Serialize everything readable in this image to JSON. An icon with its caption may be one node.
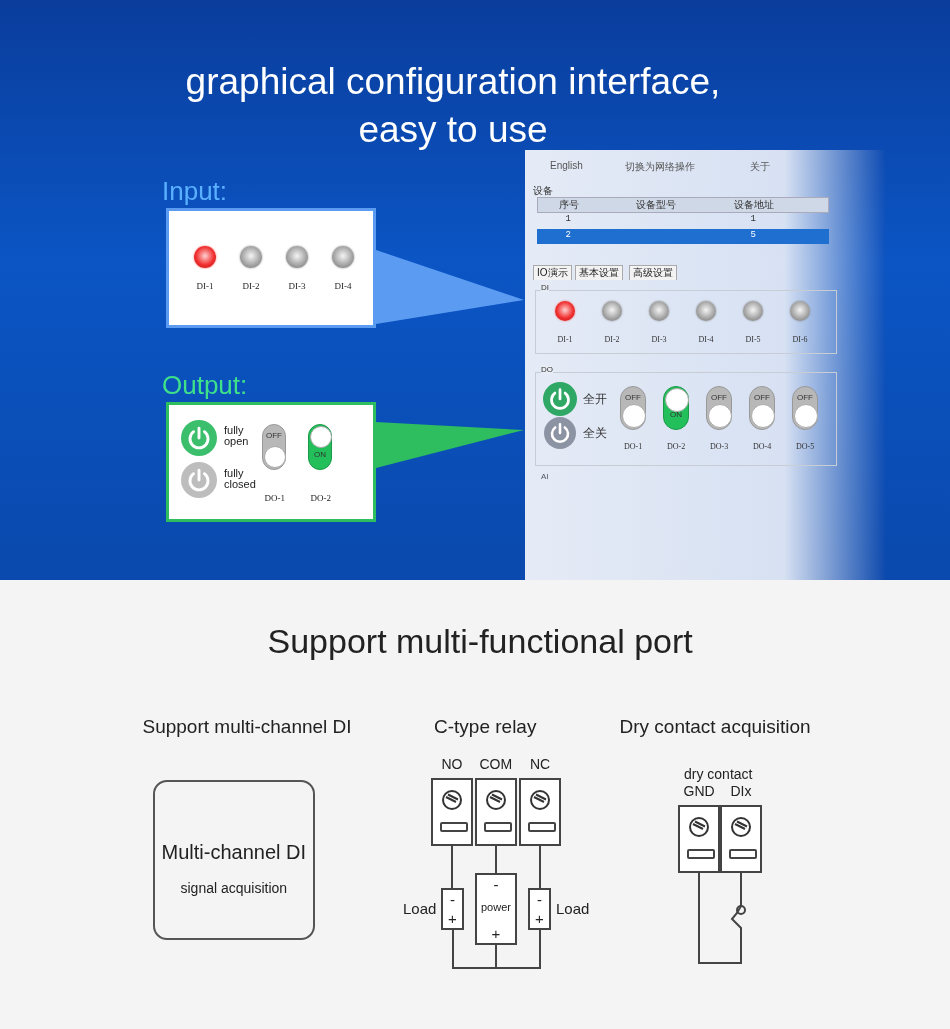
{
  "diagram": {
    "title": "graphical configuration interface, easy to use",
    "nodes": [
      {
        "text": [
          "Input:",
          "DI-1",
          "DI-2",
          "DI-3",
          "DI-4"
        ]
      },
      {
        "text": [
          "Output:",
          "fully open",
          "fully closed",
          "OFF",
          "ON",
          "DO-1",
          "DO-2"
        ]
      },
      {
        "text": [
          "English",
          "切换为网络操作",
          "关于",
          "设备",
          "序号",
          "设备型号",
          "设备地址",
          "1",
          "1",
          "2",
          "5",
          "IO演示",
          "基本设置",
          "高级设置",
          "DI",
          "DI-1",
          "DI-2",
          "DI-3",
          "DI-4",
          "DI-5",
          "DI-6",
          "DO",
          "全开",
          "全关",
          "OFF",
          "ON",
          "OFF",
          "OFF",
          "OFF",
          "DO-1",
          "DO-2",
          "DO-3",
          "DO-4",
          "DO-5",
          "AI"
        ]
      },
      {
        "text": [
          "Multi-channel DI",
          "signal acquisition"
        ]
      },
      {
        "text": [
          "NO"
        ]
      },
      {
        "text": [
          "COM"
        ]
      },
      {
        "text": [
          "NC"
        ]
      },
      {
        "text": [
          "-",
          "+"
        ],
        "beside": [
          "Load"
        ]
      },
      {
        "text": [
          "-",
          "power",
          "+"
        ]
      },
      {
        "text": [
          "-",
          "+"
        ],
        "beside": [
          "Load"
        ]
      },
      {
        "text": [
          "GND"
        ]
      },
      {
        "text": [
          "DIx"
        ]
      }
    ],
    "edges": [
      {
        "from": 0,
        "to": 2,
        "arrow": "to",
        "color": "#5b9cf2"
      },
      {
        "from": 1,
        "to": 2,
        "arrow": "to",
        "color": "#2ebd5f"
      },
      {
        "from": 4,
        "to": 7,
        "arrow": "none"
      },
      {
        "from": 5,
        "to": 8,
        "arrow": "none"
      },
      {
        "from": 6,
        "to": 9,
        "arrow": "none"
      },
      {
        "from": 7,
        "to": 8,
        "arrow": "none"
      },
      {
        "from": 9,
        "to": 8,
        "arrow": "none"
      },
      {
        "from": 10,
        "to": 11,
        "arrow": "none"
      }
    ],
    "labels": [
      "Support multi-functional port",
      "Support multi-channel DI",
      "C-type relay",
      "Dry contact acquisition",
      "dry contact"
    ]
  }
}
